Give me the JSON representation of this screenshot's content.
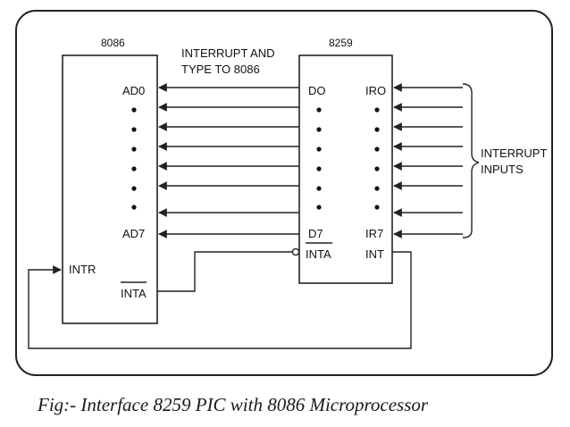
{
  "caption": "Fig:- Interface 8259 PIC with 8086 Microprocessor",
  "chip_8086": {
    "title": "8086",
    "pin_ad0": "AD0",
    "pin_ad7": "AD7",
    "pin_intr": "INTR",
    "pin_inta": "INTA"
  },
  "chip_8259": {
    "title": "8259",
    "pin_d0": "DO",
    "pin_d7": "D7",
    "pin_inta": "INTA",
    "pin_ir0": "IRO",
    "pin_ir7": "IR7",
    "pin_int": "INT"
  },
  "annotations": {
    "interrupt_type_line1": "INTERRUPT AND",
    "interrupt_type_line2": "TYPE TO 8086",
    "interrupt_inputs_line1": "INTERRUPT",
    "interrupt_inputs_line2": "INPUTS"
  }
}
